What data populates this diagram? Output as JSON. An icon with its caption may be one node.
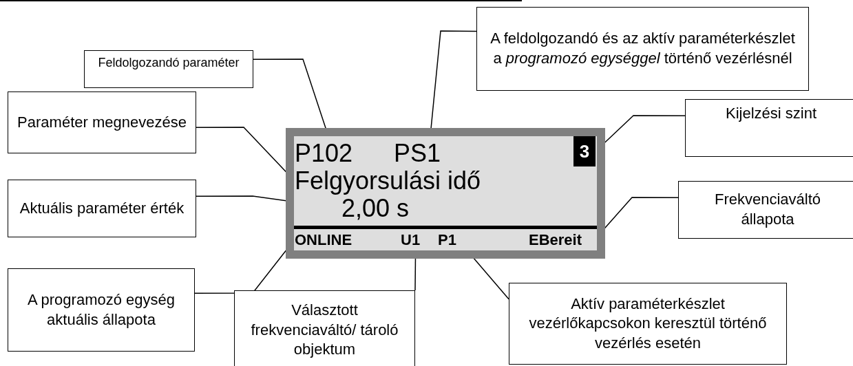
{
  "diagram": {
    "nodes": [
      {
        "text": [
          "Feldolgozandó paraméter"
        ]
      },
      {
        "text": [
          "A feldolgozandó és az aktív paraméterkészlet a *programozó egységgel* történő vezérlésnél"
        ]
      },
      {
        "text": [
          "Paraméter megnevezése"
        ]
      },
      {
        "text": [
          "Kijelzési szint"
        ]
      },
      {
        "text": [],
        "shape": "box"
      },
      {
        "text": [
          "P102"
        ],
        "in": 4
      },
      {
        "text": [
          "PS1"
        ],
        "in": 4
      },
      {
        "text": [
          "3"
        ],
        "in": 4
      },
      {
        "text": [
          "Felgyorsulási idő"
        ],
        "in": 4
      },
      {
        "text": [
          "2,00 s"
        ],
        "in": 4
      },
      {
        "text": [
          "ONLINE"
        ],
        "in": 4
      },
      {
        "text": [
          "U1"
        ],
        "in": 4
      },
      {
        "text": [
          "P1"
        ],
        "in": 4
      },
      {
        "text": [
          "EBereit"
        ],
        "in": 4
      },
      {
        "text": [
          "Aktuális paraméter érték"
        ]
      },
      {
        "text": [
          "Frekvenciaváltó állapota"
        ]
      },
      {
        "text": [
          "A programozó egység aktuális állapota"
        ]
      },
      {
        "text": [
          "Választott frekvenciaváltó/ tároló objektum"
        ]
      },
      {
        "text": [
          "Aktív paraméterkészlet vezérlőkapcsokon keresztül történő vezérlés esetén"
        ]
      }
    ],
    "edges": [
      {
        "from": 0,
        "to": 5,
        "arrow": "none"
      },
      {
        "from": 1,
        "to": 6,
        "arrow": "none"
      },
      {
        "from": 2,
        "to": 8,
        "arrow": "none"
      },
      {
        "from": 3,
        "to": 7,
        "arrow": "none"
      },
      {
        "from": 14,
        "to": 9,
        "arrow": "none"
      },
      {
        "from": 15,
        "to": 13,
        "arrow": "none"
      },
      {
        "from": 16,
        "to": 10,
        "arrow": "none"
      },
      {
        "from": 17,
        "to": 11,
        "arrow": "none"
      },
      {
        "from": 18,
        "to": 12,
        "arrow": "none"
      }
    ]
  }
}
